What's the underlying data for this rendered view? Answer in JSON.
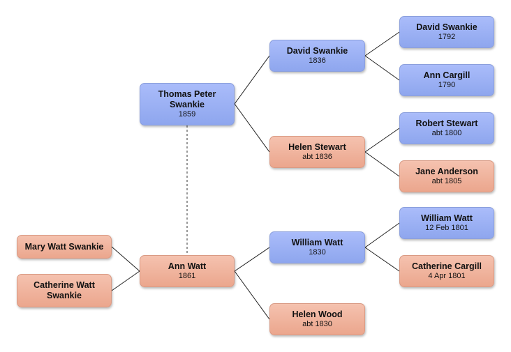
{
  "people": {
    "thomas": {
      "name": "Thomas Peter\nSwankie",
      "year": "1859"
    },
    "david_1836": {
      "name": "David Swankie",
      "year": "1836"
    },
    "helen_stewart": {
      "name": "Helen Stewart",
      "year": "abt 1836"
    },
    "david_1792": {
      "name": "David Swankie",
      "year": "1792"
    },
    "ann_cargill": {
      "name": "Ann Cargill",
      "year": "1790"
    },
    "robert_stewart": {
      "name": "Robert Stewart",
      "year": "abt 1800"
    },
    "jane_anderson": {
      "name": "Jane Anderson",
      "year": "abt 1805"
    },
    "ann_watt": {
      "name": "Ann Watt",
      "year": "1861"
    },
    "william_watt_1830": {
      "name": "William Watt",
      "year": "1830"
    },
    "helen_wood": {
      "name": "Helen Wood",
      "year": "abt 1830"
    },
    "william_watt_1801": {
      "name": "William Watt",
      "year": "12 Feb 1801"
    },
    "catherine_cargill": {
      "name": "Catherine Cargill",
      "year": "4 Apr 1801"
    },
    "mary_watt_swankie": {
      "name": "Mary Watt Swankie",
      "year": ""
    },
    "catherine_watt_swankie": {
      "name": "Catherine Watt\nSwankie",
      "year": ""
    }
  }
}
